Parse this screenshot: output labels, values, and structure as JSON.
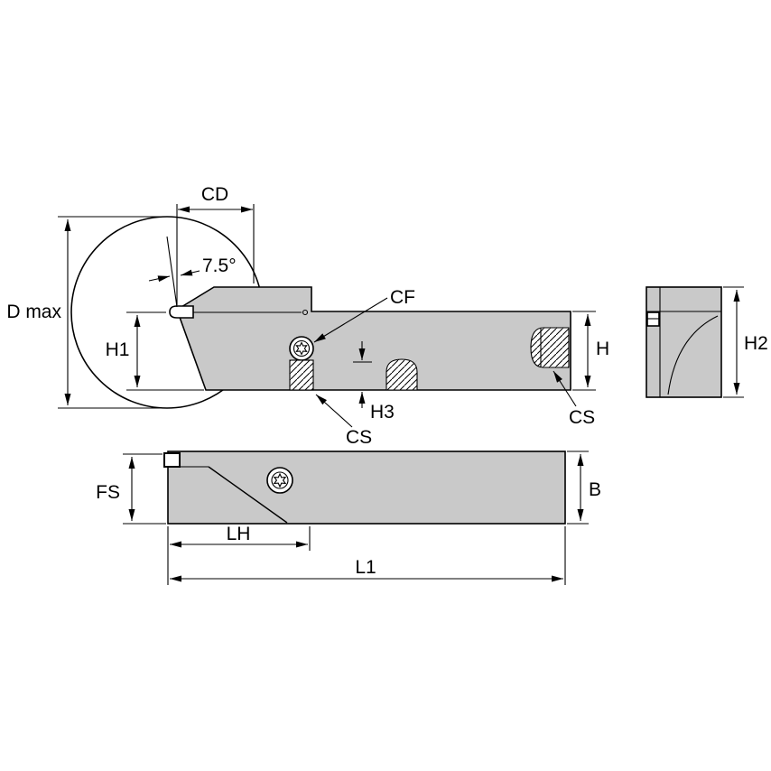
{
  "diagram": {
    "title": "grooving-tool-holder-dimension-drawing",
    "side_view": {
      "cd": "CD",
      "angle": "7.5°",
      "dmax": "D max",
      "h1": "H1",
      "cf": "CF",
      "h": "H",
      "h3": "H3",
      "cs_clamp": "CS",
      "cs_end": "CS"
    },
    "end_view": {
      "h2": "H2"
    },
    "top_view": {
      "fs": "FS",
      "lh": "LH",
      "b": "B",
      "l1": "L1"
    },
    "colors": {
      "body": "#c9c9c9",
      "outline": "#000000",
      "background": "#ffffff"
    }
  }
}
